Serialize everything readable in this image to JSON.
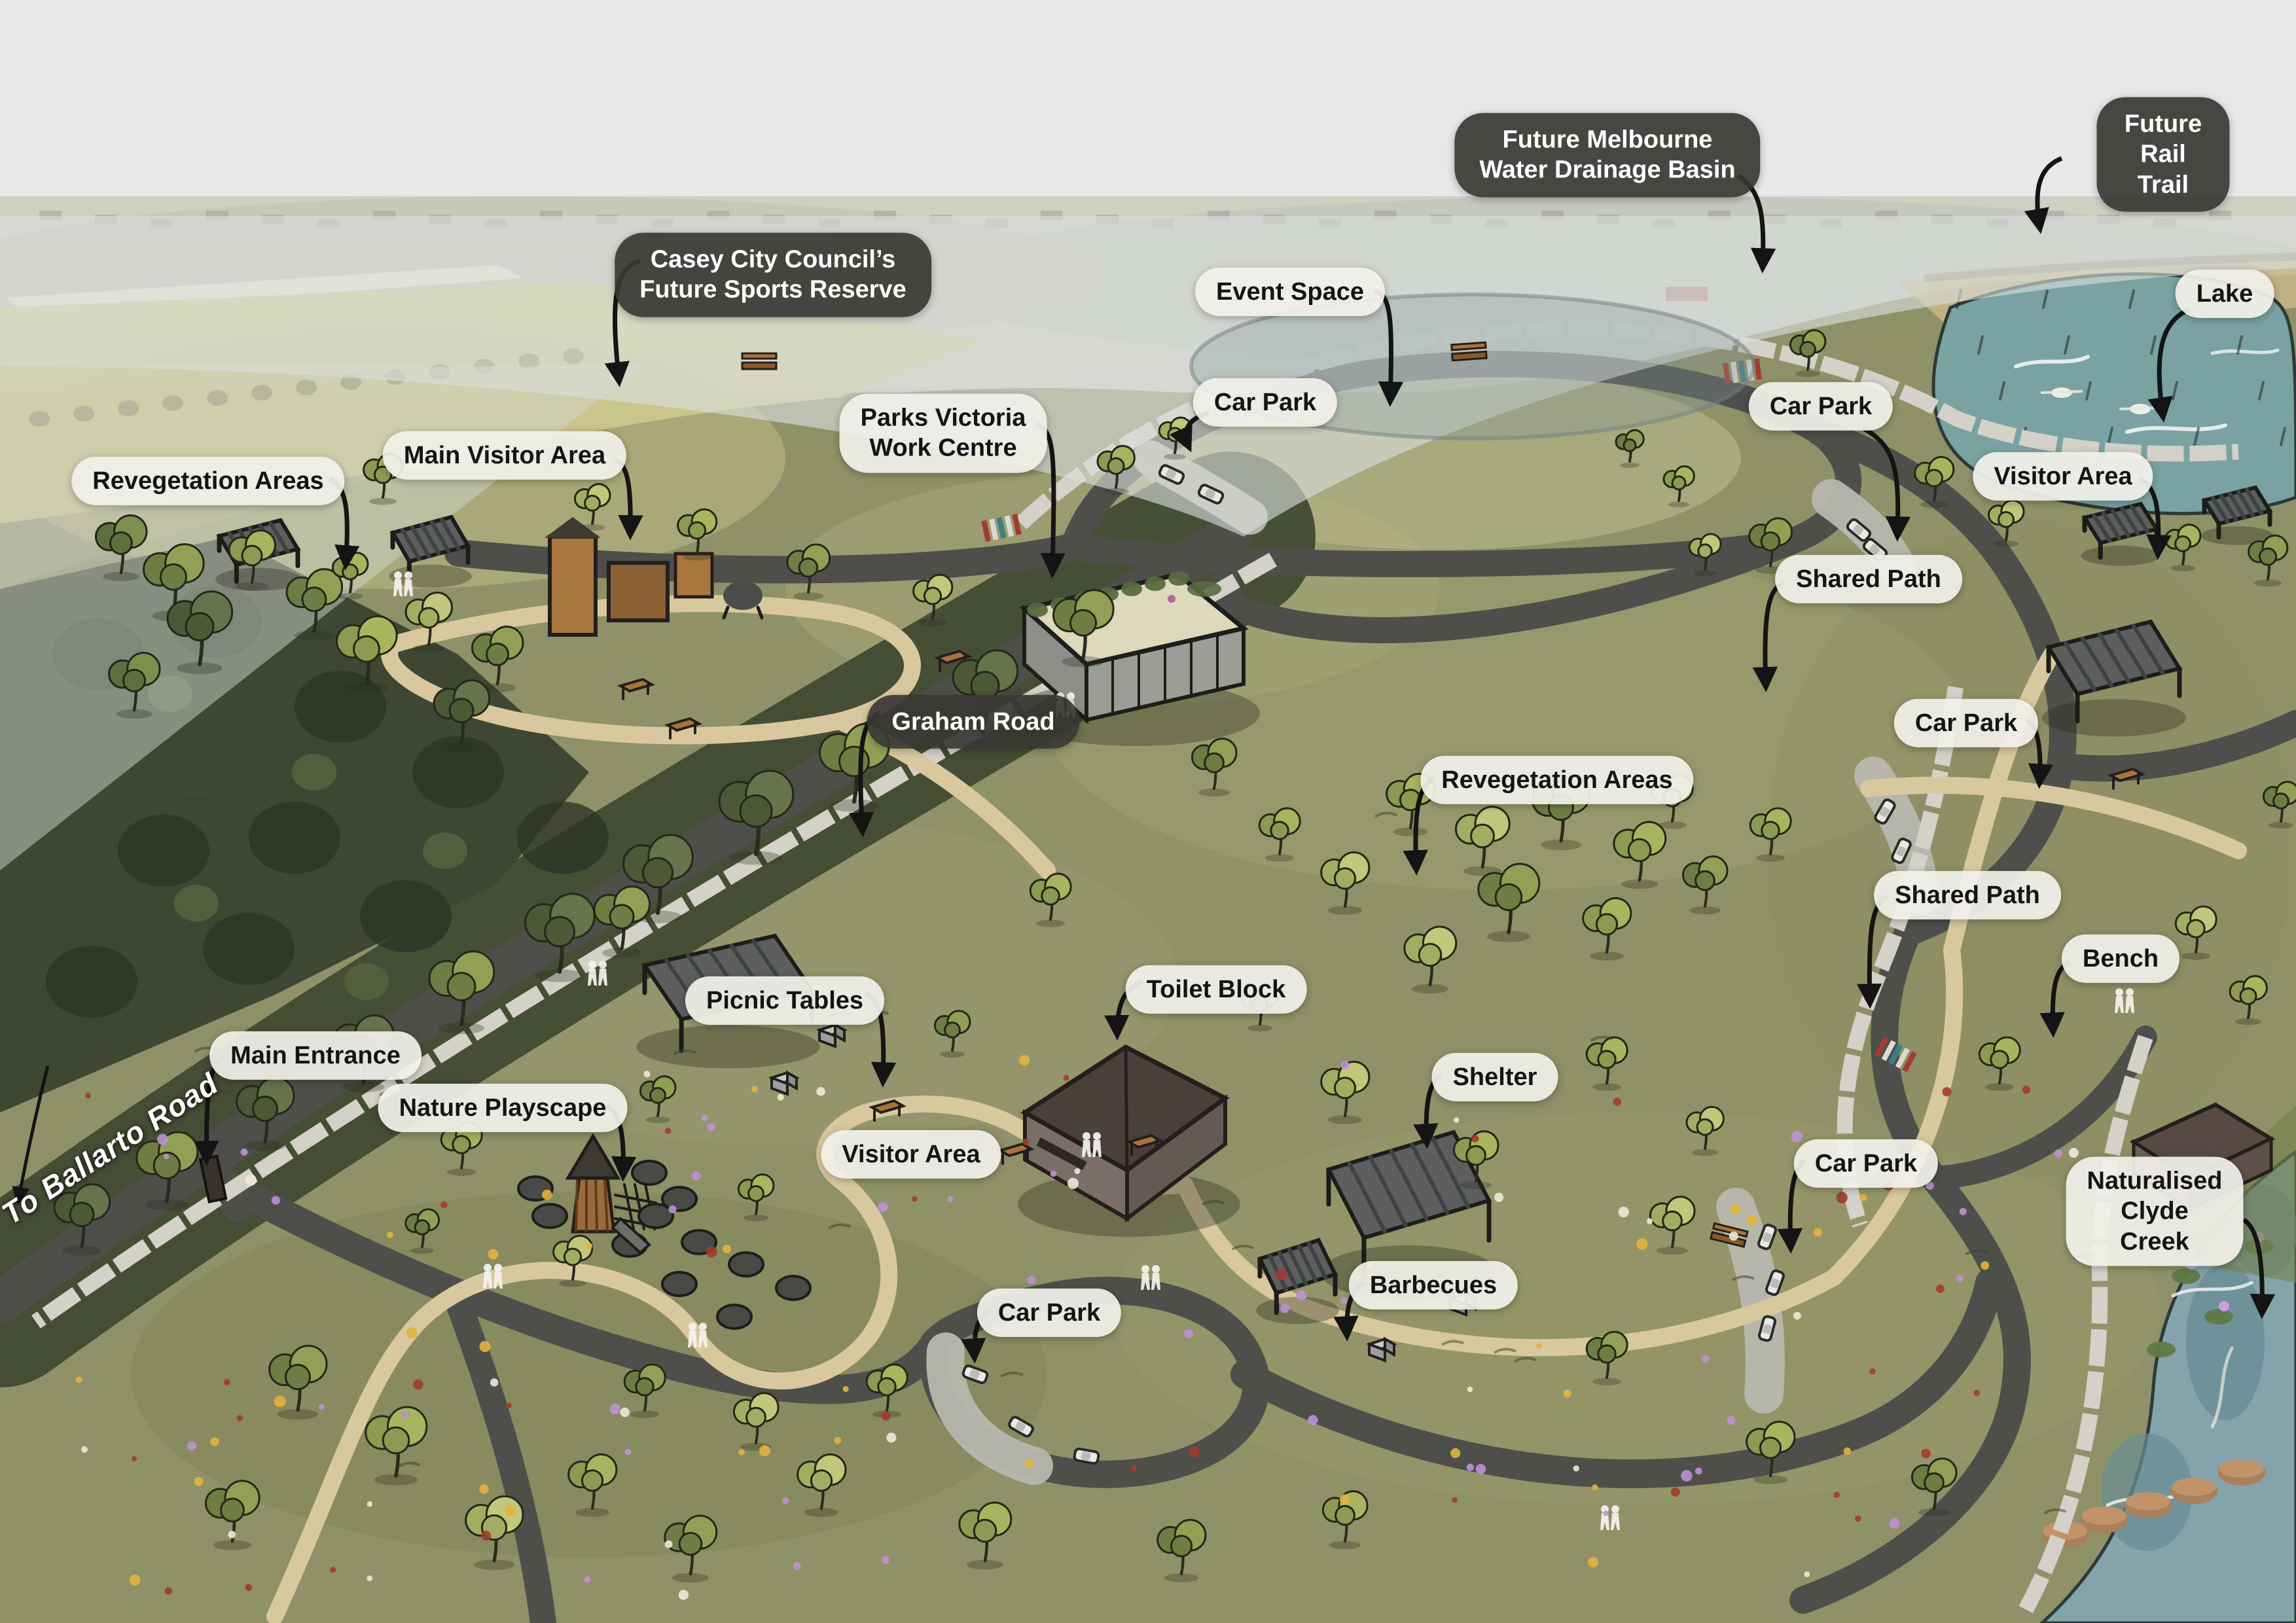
{
  "map": {
    "kind": "illustrated-park-masterplan-aerial",
    "colors": {
      "label_dark_bg": "#383734",
      "label_dark_text": "#ffffff",
      "label_light_bg": "#f1f0e9",
      "label_light_text": "#141414",
      "leader_arrow": "#141414",
      "grass": "#8f9168",
      "road": "#4e4f4b",
      "gravel_path": "#d9c89e",
      "stone_path": "#d3d1c8",
      "lake_water": "#7aa2a2",
      "creek_water": "#84a3ab",
      "forest": "#40482f",
      "haze_sky": "#e7e9e8"
    }
  },
  "labels": [
    {
      "id": "future-melbourne-water-drainage-basin",
      "text": "Future Melbourne\nWater Drainage Basin",
      "style": "dark"
    },
    {
      "id": "future-rail-trail",
      "text": "Future Rail Trail",
      "style": "dark"
    },
    {
      "id": "lake",
      "text": "Lake",
      "style": "light"
    },
    {
      "id": "casey-city-council-future-sports-reserve",
      "text": "Casey City Council’s\nFuture Sports Reserve",
      "style": "dark"
    },
    {
      "id": "event-space",
      "text": "Event Space",
      "style": "light"
    },
    {
      "id": "car-park-event",
      "text": "Car Park",
      "style": "light"
    },
    {
      "id": "parks-victoria-work-centre",
      "text": "Parks Victoria\nWork Centre",
      "style": "light"
    },
    {
      "id": "main-visitor-area",
      "text": "Main Visitor Area",
      "style": "light"
    },
    {
      "id": "revegetation-areas-west",
      "text": "Revegetation Areas",
      "style": "light"
    },
    {
      "id": "car-park-lake",
      "text": "Car Park",
      "style": "light"
    },
    {
      "id": "visitor-area-east",
      "text": "Visitor Area",
      "style": "light"
    },
    {
      "id": "shared-path-north",
      "text": "Shared Path",
      "style": "light"
    },
    {
      "id": "graham-road",
      "text": "Graham Road",
      "style": "dark"
    },
    {
      "id": "car-park-east",
      "text": "Car Park",
      "style": "light"
    },
    {
      "id": "revegetation-areas-central",
      "text": "Revegetation Areas",
      "style": "light"
    },
    {
      "id": "shared-path-east",
      "text": "Shared Path",
      "style": "light"
    },
    {
      "id": "bench",
      "text": "Bench",
      "style": "light"
    },
    {
      "id": "picnic-tables",
      "text": "Picnic Tables",
      "style": "light"
    },
    {
      "id": "toilet-block",
      "text": "Toilet Block",
      "style": "light"
    },
    {
      "id": "main-entrance",
      "text": "Main Entrance",
      "style": "light"
    },
    {
      "id": "nature-playscape",
      "text": "Nature Playscape",
      "style": "light"
    },
    {
      "id": "visitor-area-central",
      "text": "Visitor Area",
      "style": "light"
    },
    {
      "id": "shelter",
      "text": "Shelter",
      "style": "light"
    },
    {
      "id": "barbecues",
      "text": "Barbecues",
      "style": "light"
    },
    {
      "id": "car-park-south",
      "text": "Car Park",
      "style": "light"
    },
    {
      "id": "car-park-creek",
      "text": "Car Park",
      "style": "light"
    },
    {
      "id": "naturalised-clyde-creek",
      "text": "Naturalised\nClyde Creek",
      "style": "light"
    },
    {
      "id": "to-ballarto-road",
      "text": "To Ballarto Road",
      "style": "road"
    }
  ]
}
